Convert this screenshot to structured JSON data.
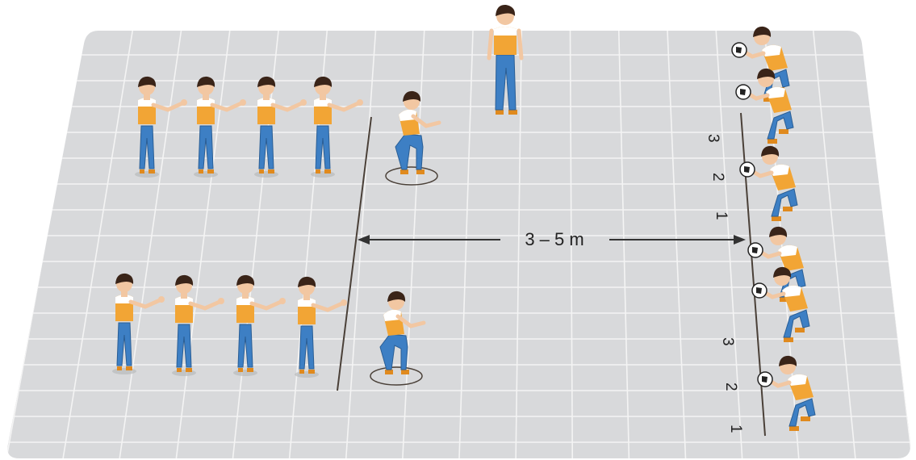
{
  "distance_label": "3 – 5 m",
  "order_numbers": {
    "top": [
      "3",
      "2",
      "1"
    ],
    "bottom": [
      "3",
      "2",
      "1"
    ]
  },
  "colors": {
    "court_fill": "#d8d9db",
    "grid_line": "#f4f4f4",
    "shirt_orange": "#f2a535",
    "pants_blue": "#3d7fc4",
    "skin": "#f2c7a2",
    "hair": "#3a2418",
    "shoe": "#e08a1e",
    "line_dark": "#4a4038"
  }
}
